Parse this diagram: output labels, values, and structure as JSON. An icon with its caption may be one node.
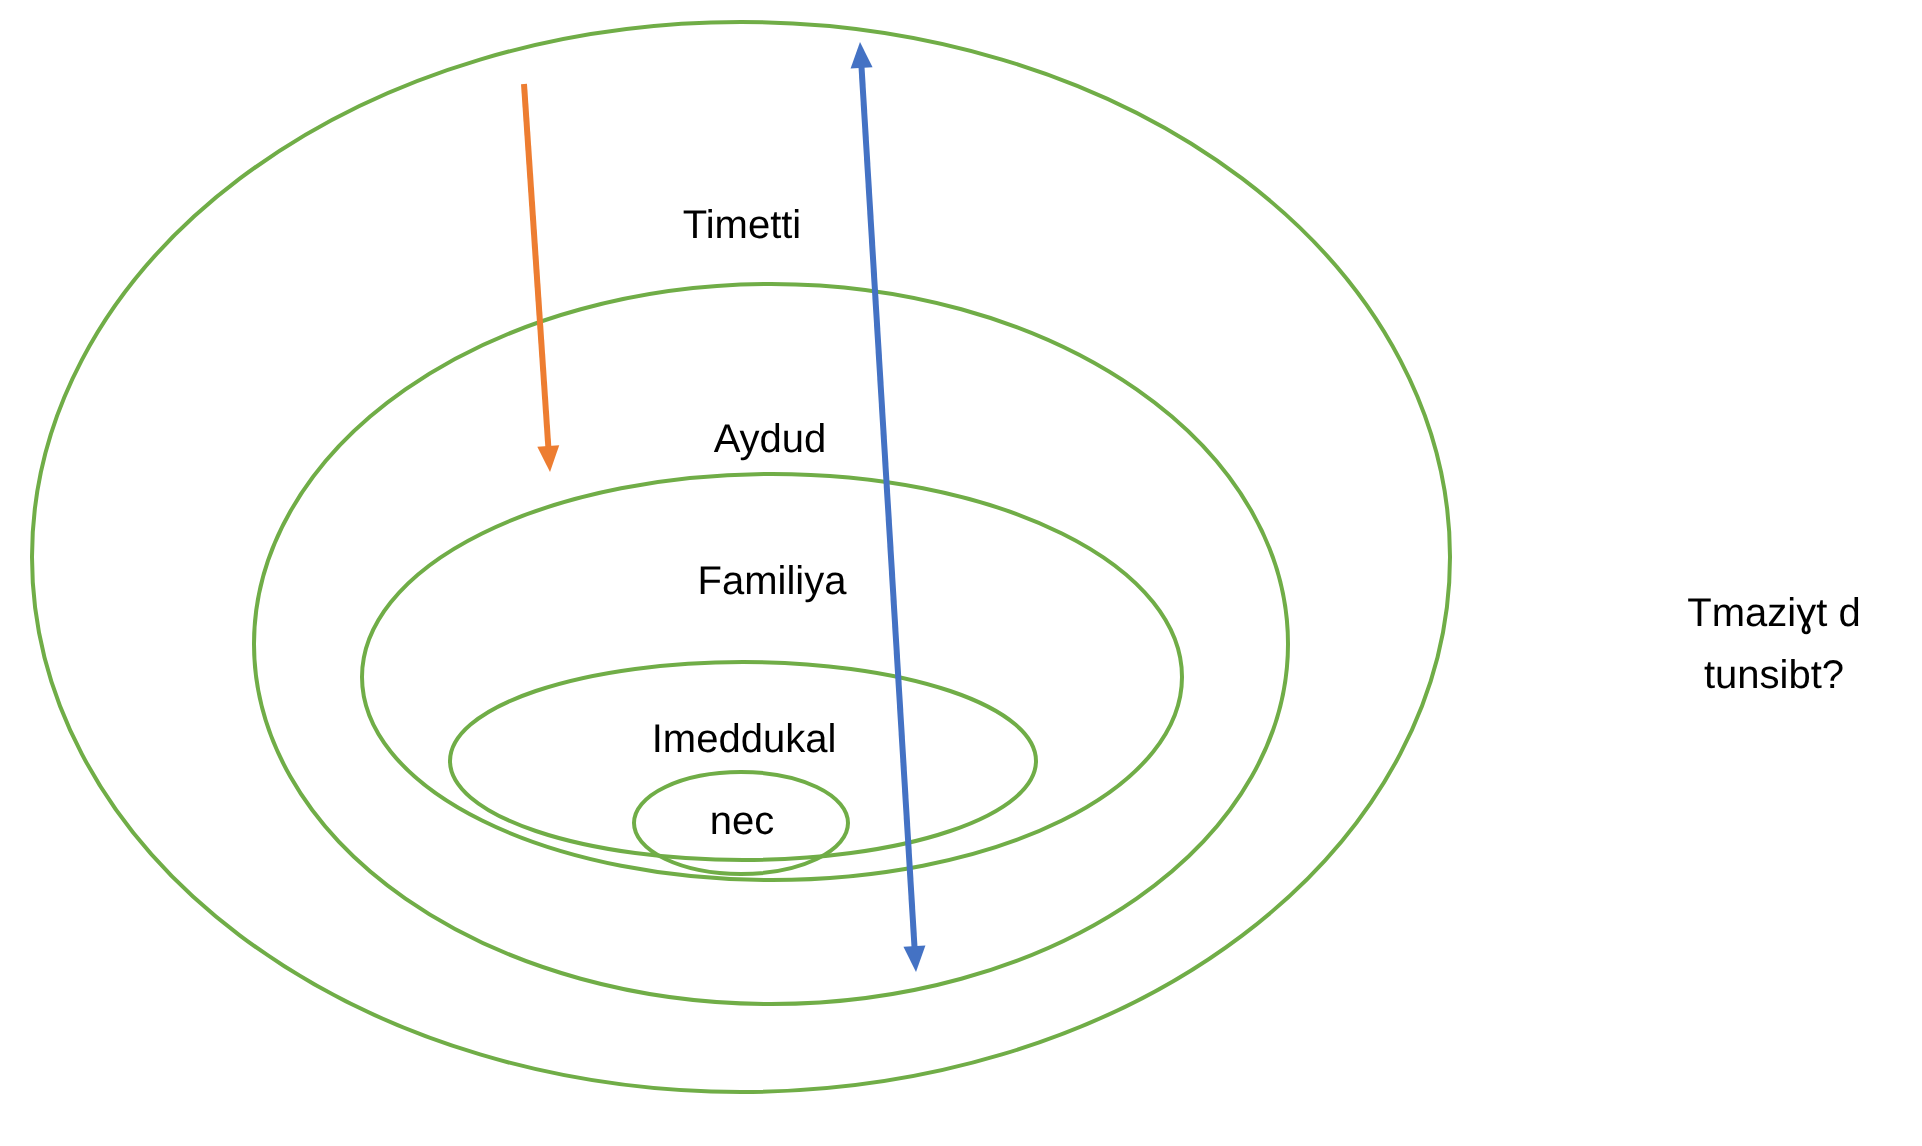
{
  "diagram": {
    "nodes": [
      {
        "text": [
          "Timetti"
        ]
      },
      {
        "text": [
          "Aydud"
        ],
        "in": 0
      },
      {
        "text": [
          "Familiya"
        ],
        "in": 1
      },
      {
        "text": [
          "Imeddukal"
        ],
        "in": 2
      },
      {
        "text": [
          "nec"
        ],
        "in": 3
      }
    ],
    "labels": [
      "Tmaziɣt d tunsibt?"
    ]
  }
}
